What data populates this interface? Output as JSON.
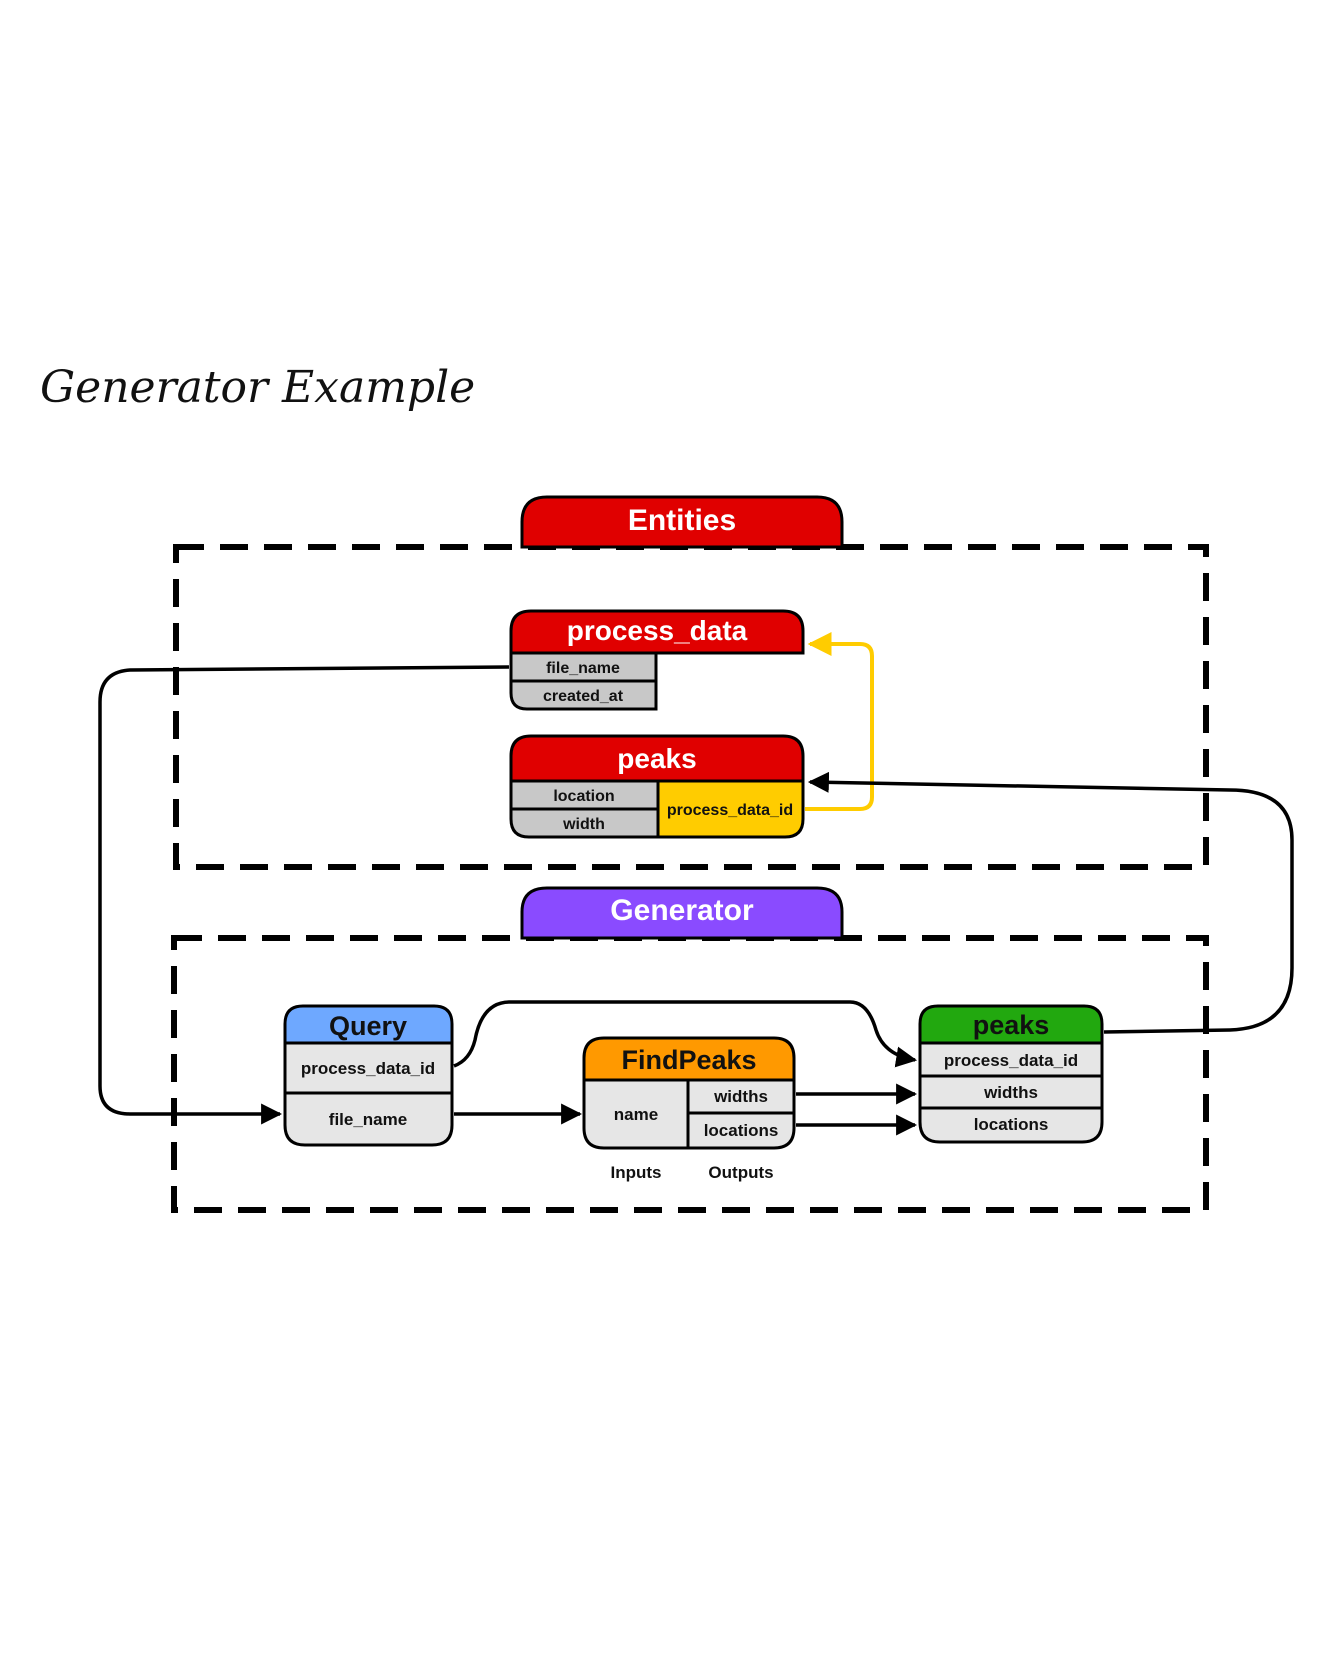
{
  "title": "Generator Example",
  "colors": {
    "entity_red": "#e00000",
    "generator_purple": "#8a4bff",
    "query_blue": "#6ea8ff",
    "findpeaks_orange": "#ff9900",
    "peaks_green": "#22a80f",
    "foreign_key_yellow": "#ffcc00",
    "field_gray": "#c8c8c8",
    "field_lightgray": "#e6e6e6"
  },
  "entities": {
    "label": "Entities",
    "process_data": {
      "title": "process_data",
      "fields": [
        "file_name",
        "created_at"
      ]
    },
    "peaks": {
      "title": "peaks",
      "fields": [
        "location",
        "width"
      ],
      "foreign_key": "process_data_id"
    }
  },
  "generator": {
    "label": "Generator",
    "query": {
      "title": "Query",
      "fields": [
        "process_data_id",
        "file_name"
      ]
    },
    "findpeaks": {
      "title": "FindPeaks",
      "inputs": [
        "name"
      ],
      "outputs": [
        "widths",
        "locations"
      ],
      "inputs_label": "Inputs",
      "outputs_label": "Outputs"
    },
    "peaks": {
      "title": "peaks",
      "fields": [
        "process_data_id",
        "widths",
        "locations"
      ]
    }
  }
}
